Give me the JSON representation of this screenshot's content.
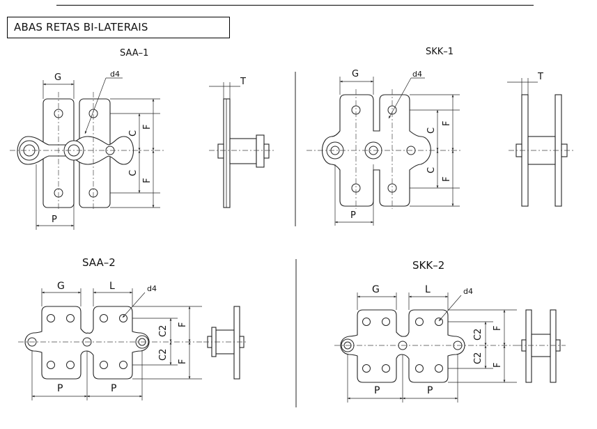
{
  "section_title": "ABAS RETAS BI-LATERAIS",
  "diagrams": {
    "saa1": {
      "heading": "SAA–1",
      "g": "G",
      "d4": "d4",
      "t": "T",
      "c_top": "C",
      "f_top": "F",
      "c_bot": "C",
      "f_bot": "F",
      "p": "P"
    },
    "skk1": {
      "heading": "SKK–1",
      "g": "G",
      "d4": "d4",
      "t": "T",
      "c_top": "C",
      "f_top": "F",
      "c_bot": "C",
      "f_bot": "F",
      "p": "P"
    },
    "saa2": {
      "heading": "SAA–2",
      "g": "G",
      "l": "L",
      "d4": "d4",
      "c2_top": "C2",
      "f_top": "F",
      "c2_bot": "C2",
      "f_bot": "F",
      "p1": "P",
      "p2": "P"
    },
    "skk2": {
      "heading": "SKK–2",
      "g": "G",
      "l": "L",
      "d4": "d4",
      "c2_top": "C2",
      "f_top": "F",
      "c2_bot": "C2",
      "f_bot": "F",
      "p1": "P",
      "p2": "P"
    }
  }
}
